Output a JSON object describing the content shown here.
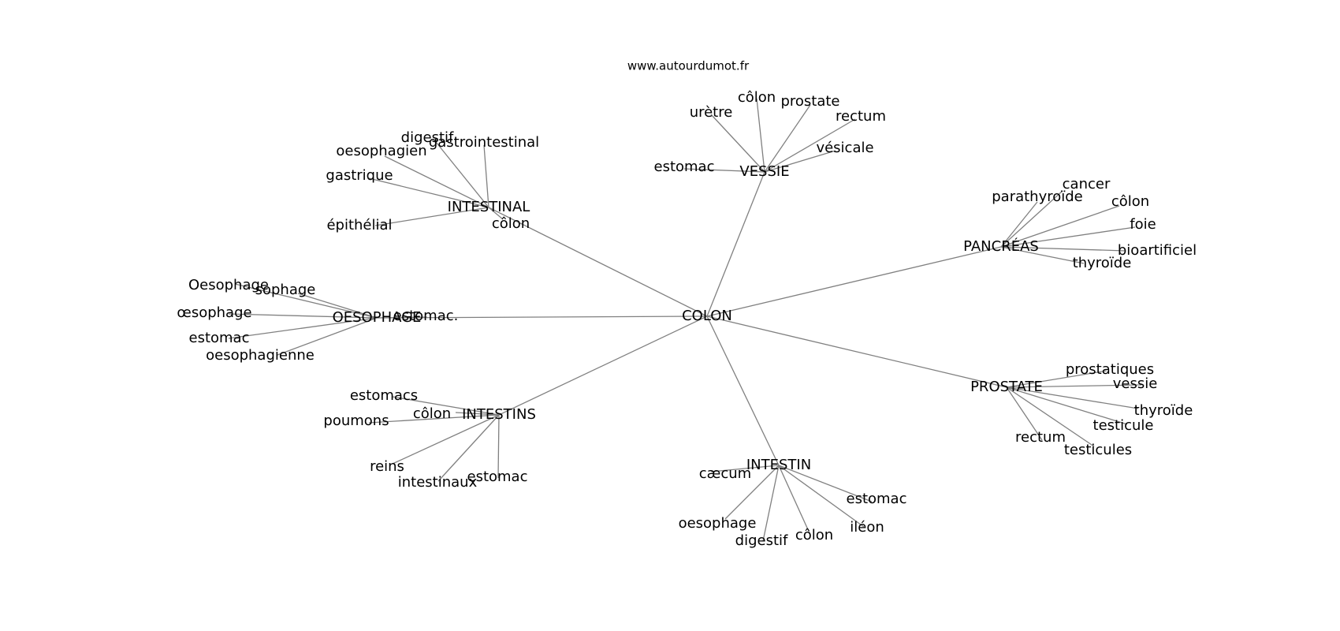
{
  "site": "www.autourdumot.fr",
  "center": "COLON",
  "clusters": [
    {
      "hub": "VESSIE",
      "leaves": [
        "urètre",
        "côlon",
        "prostate",
        "rectum",
        "vésicale",
        "estomac"
      ]
    },
    {
      "hub": "INTESTINAL",
      "leaves": [
        "digestif",
        "gastrointestinal",
        "oesophagien",
        "gastrique",
        "épithélial",
        "côlon"
      ]
    },
    {
      "hub": "PANCRÉAS",
      "leaves": [
        "cancer",
        "parathyroïde",
        "côlon",
        "foie",
        "bioartificiel",
        "thyroïde"
      ]
    },
    {
      "hub": "OESOPHAGE",
      "leaves": [
        "Oesophage",
        "sophage",
        "œsophage",
        "estomac",
        "oesophagienne",
        "estomac."
      ]
    },
    {
      "hub": "PROSTATE",
      "leaves": [
        "prostatiques",
        "vessie",
        "thyroïde",
        "testicule",
        "rectum",
        "testicules"
      ]
    },
    {
      "hub": "INTESTINS",
      "leaves": [
        "estomacs",
        "côlon",
        "poumons",
        "reins",
        "intestinaux",
        "estomac"
      ]
    },
    {
      "hub": "INTESTIN",
      "leaves": [
        "cæcum",
        "estomac",
        "oesophage",
        "iléon",
        "digestif",
        "côlon"
      ]
    }
  ]
}
